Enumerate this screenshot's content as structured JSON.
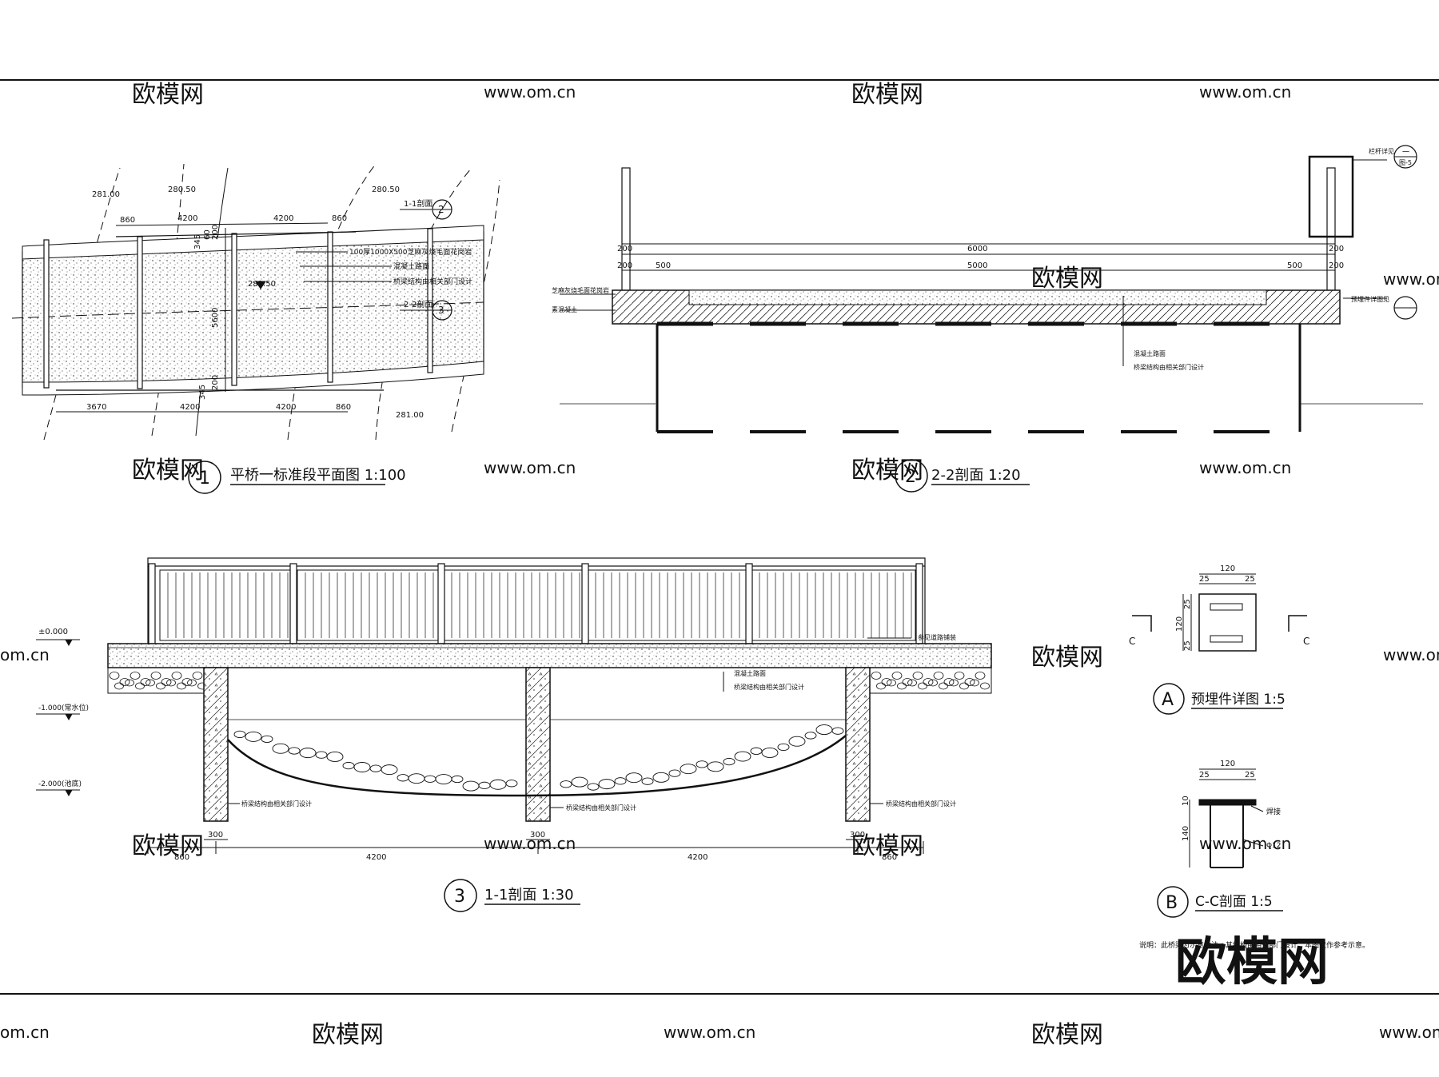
{
  "watermarks": {
    "site": "www.om.cn",
    "brand": "欧模网",
    "partial": "om.cn"
  },
  "brand_mark": "欧模网",
  "plan": {
    "number": "1",
    "title": "平桥一标准段平面图 1:100",
    "elev_281_00": "281.00",
    "elev_280_50_a": "280.50",
    "elev_280_50_b": "280.50",
    "elev_281_50": "281.50",
    "elev_281_00_b": "281.00",
    "dim_860_a": "860",
    "dim_4200_a": "4200",
    "dim_4200_b": "4200",
    "dim_860_b": "860",
    "dim_3670": "3670",
    "dim_4200_c": "4200",
    "dim_4200_d": "4200",
    "dim_860_c": "860",
    "dim_5600": "5600",
    "dim_200_a": "200",
    "dim_200_b": "200",
    "dim_345_a": "345",
    "dim_345_b": "345",
    "dim_60": "60",
    "sec_1_1": "1-1剖面",
    "sec_2_2": "2-2剖面",
    "callout_2": "2",
    "callout_3": "3",
    "note_1": "100厚1000X500芝麻灰烧毛面花岗岩",
    "note_2": "混凝土路面",
    "note_3": "桥梁结构由相关部门设计"
  },
  "section22": {
    "number": "2",
    "title": "2-2剖面 1:20",
    "dim_6000": "6000",
    "dim_5000": "5000",
    "dim_500_a": "500",
    "dim_500_b": "500",
    "dim_200_a": "200",
    "dim_200_b": "200",
    "dim_200_c": "200",
    "dim_200_d": "200",
    "note_left_1": "芝麻灰烧毛面花岗岩",
    "note_left_2": "素混凝土",
    "note_mid_1": "混凝土路面",
    "note_mid_2": "桥梁结构由相关部门设计",
    "note_rail": "栏杆详见",
    "rail_ref_top": "一",
    "rail_ref_bot": "图-5",
    "note_embed": "预埋件详图见"
  },
  "section11": {
    "number": "3",
    "title": "1-1剖面 1:30",
    "lvl_0": "±0.000",
    "lvl_1": "-1.000(常水位)",
    "lvl_2": "-2.000(池底)",
    "note_pave": "参见道路铺装",
    "note_mid_1": "混凝土路面",
    "note_mid_2": "桥梁结构由相关部门设计",
    "note_pier_1": "桥梁结构由相关部门设计",
    "note_pier_2": "桥梁结构由相关部门设计",
    "note_pier_3": "桥梁结构由相关部门设计",
    "dim_300_a": "300",
    "dim_300_b": "300",
    "dim_300_c": "300",
    "dim_860_a": "860",
    "dim_4200_a": "4200",
    "dim_4200_b": "4200",
    "dim_860_b": "860"
  },
  "detailA": {
    "letter": "A",
    "title": "预埋件详图 1:5",
    "dim_120_top": "120",
    "dim_25_a": "25",
    "dim_25_b": "25",
    "dim_120_side": "120",
    "dim_25_c": "25",
    "dim_25_d": "25",
    "cut_left": "C",
    "cut_right": "C"
  },
  "detailB": {
    "letter": "B",
    "title": "C-C剖面 1:5",
    "dim_120": "120",
    "dim_25_a": "25",
    "dim_25_b": "25",
    "dim_10": "10",
    "dim_140": "140",
    "note_weld": "焊接",
    "note_bar": "Φ12"
  },
  "footnote": "说明：此桥梁为示意做法，其结构由相关部门设计，本图仅作参考示意。"
}
